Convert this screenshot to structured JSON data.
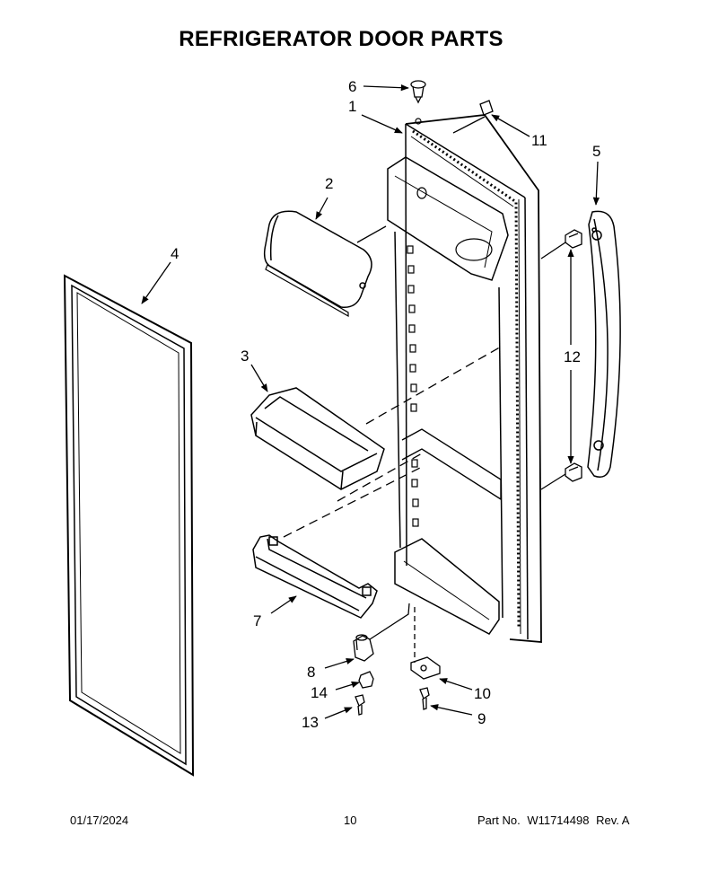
{
  "title": "REFRIGERATOR DOOR PARTS",
  "callouts": {
    "c1": "1",
    "c2": "2",
    "c3": "3",
    "c4": "4",
    "c5": "5",
    "c6": "6",
    "c7": "7",
    "c8": "8",
    "c9": "9",
    "c10": "10",
    "c11": "11",
    "c12": "12",
    "c13": "13",
    "c14": "14"
  },
  "footer": {
    "date": "01/17/2024",
    "page": "10",
    "part_label": "Part No.",
    "part_number": "W11714498",
    "rev": "Rev. A"
  }
}
